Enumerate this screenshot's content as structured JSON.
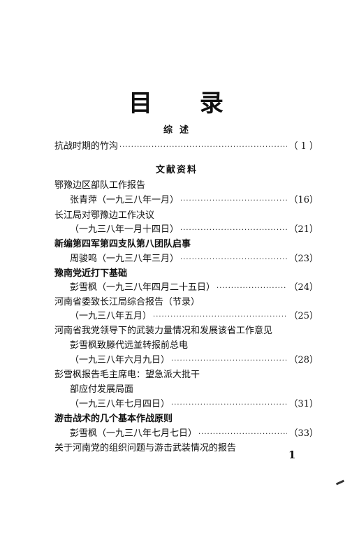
{
  "title": "目 录",
  "sections": {
    "overview": "综述",
    "documents": "文献资料"
  },
  "entries": [
    {
      "id": "e1",
      "lines": [
        {
          "text": "抗战时期的竹沟",
          "page": "（ 1 ）",
          "bold": false
        }
      ]
    },
    {
      "id": "e2",
      "lines": [
        {
          "text": "鄂豫边区部队工作报告",
          "page": "",
          "bold": false
        },
        {
          "text": "张青萍（一九三八年一月）",
          "page": "（16）",
          "bold": false
        }
      ]
    },
    {
      "id": "e3",
      "lines": [
        {
          "text": "长江局对鄂豫边工作决议",
          "page": "",
          "bold": false
        },
        {
          "text": "（一九三八年一月十四日）",
          "page": "（21）",
          "bold": false
        }
      ]
    },
    {
      "id": "e4",
      "lines": [
        {
          "text": "新编第四军第四支队第八团队启事",
          "page": "",
          "bold": true
        },
        {
          "text": "周骏鸣（一九三八年三月）",
          "page": "（23）",
          "bold": false
        }
      ]
    },
    {
      "id": "e5",
      "lines": [
        {
          "text": "豫南党近打下基础",
          "page": "",
          "bold": true
        },
        {
          "text": "彭雪枫（一九三八年四月二十五日）",
          "page": "（24）",
          "bold": false
        }
      ]
    },
    {
      "id": "e6",
      "lines": [
        {
          "text": "河南省委致长江局综合报告（节录）",
          "page": "",
          "bold": false
        },
        {
          "text": "（一九三八年五月）",
          "page": "（25）",
          "bold": false
        }
      ]
    },
    {
      "id": "e7",
      "lines": [
        {
          "text": "河南省我党领导下的武装力量情况和发展该省工作意见",
          "page": "",
          "bold": false
        },
        {
          "text": "彭雪枫致滕代远並转报前总电",
          "page": "",
          "bold": false
        },
        {
          "text": "（一九三八年六月九日）",
          "page": "（28）",
          "bold": false
        }
      ]
    },
    {
      "id": "e8",
      "lines": [
        {
          "text": "彭雪枫报告毛主席电：望急派大批干",
          "page": "",
          "bold": false
        },
        {
          "text": "部应付发展局面",
          "page": "",
          "bold": false
        },
        {
          "text": "（一九三八年七月四日）",
          "page": "（31）",
          "bold": false
        }
      ]
    },
    {
      "id": "e9",
      "lines": [
        {
          "text": "游击战术的几个基本作战原则",
          "page": "",
          "bold": true
        },
        {
          "text": "彭雪枫（一九三八年七月七日）",
          "page": "（33）",
          "bold": false
        }
      ]
    },
    {
      "id": "e10",
      "lines": [
        {
          "text": "关于河南党的组织问题与游击武装情况的报告",
          "page": "",
          "bold": false
        }
      ]
    }
  ],
  "page_number": "1"
}
